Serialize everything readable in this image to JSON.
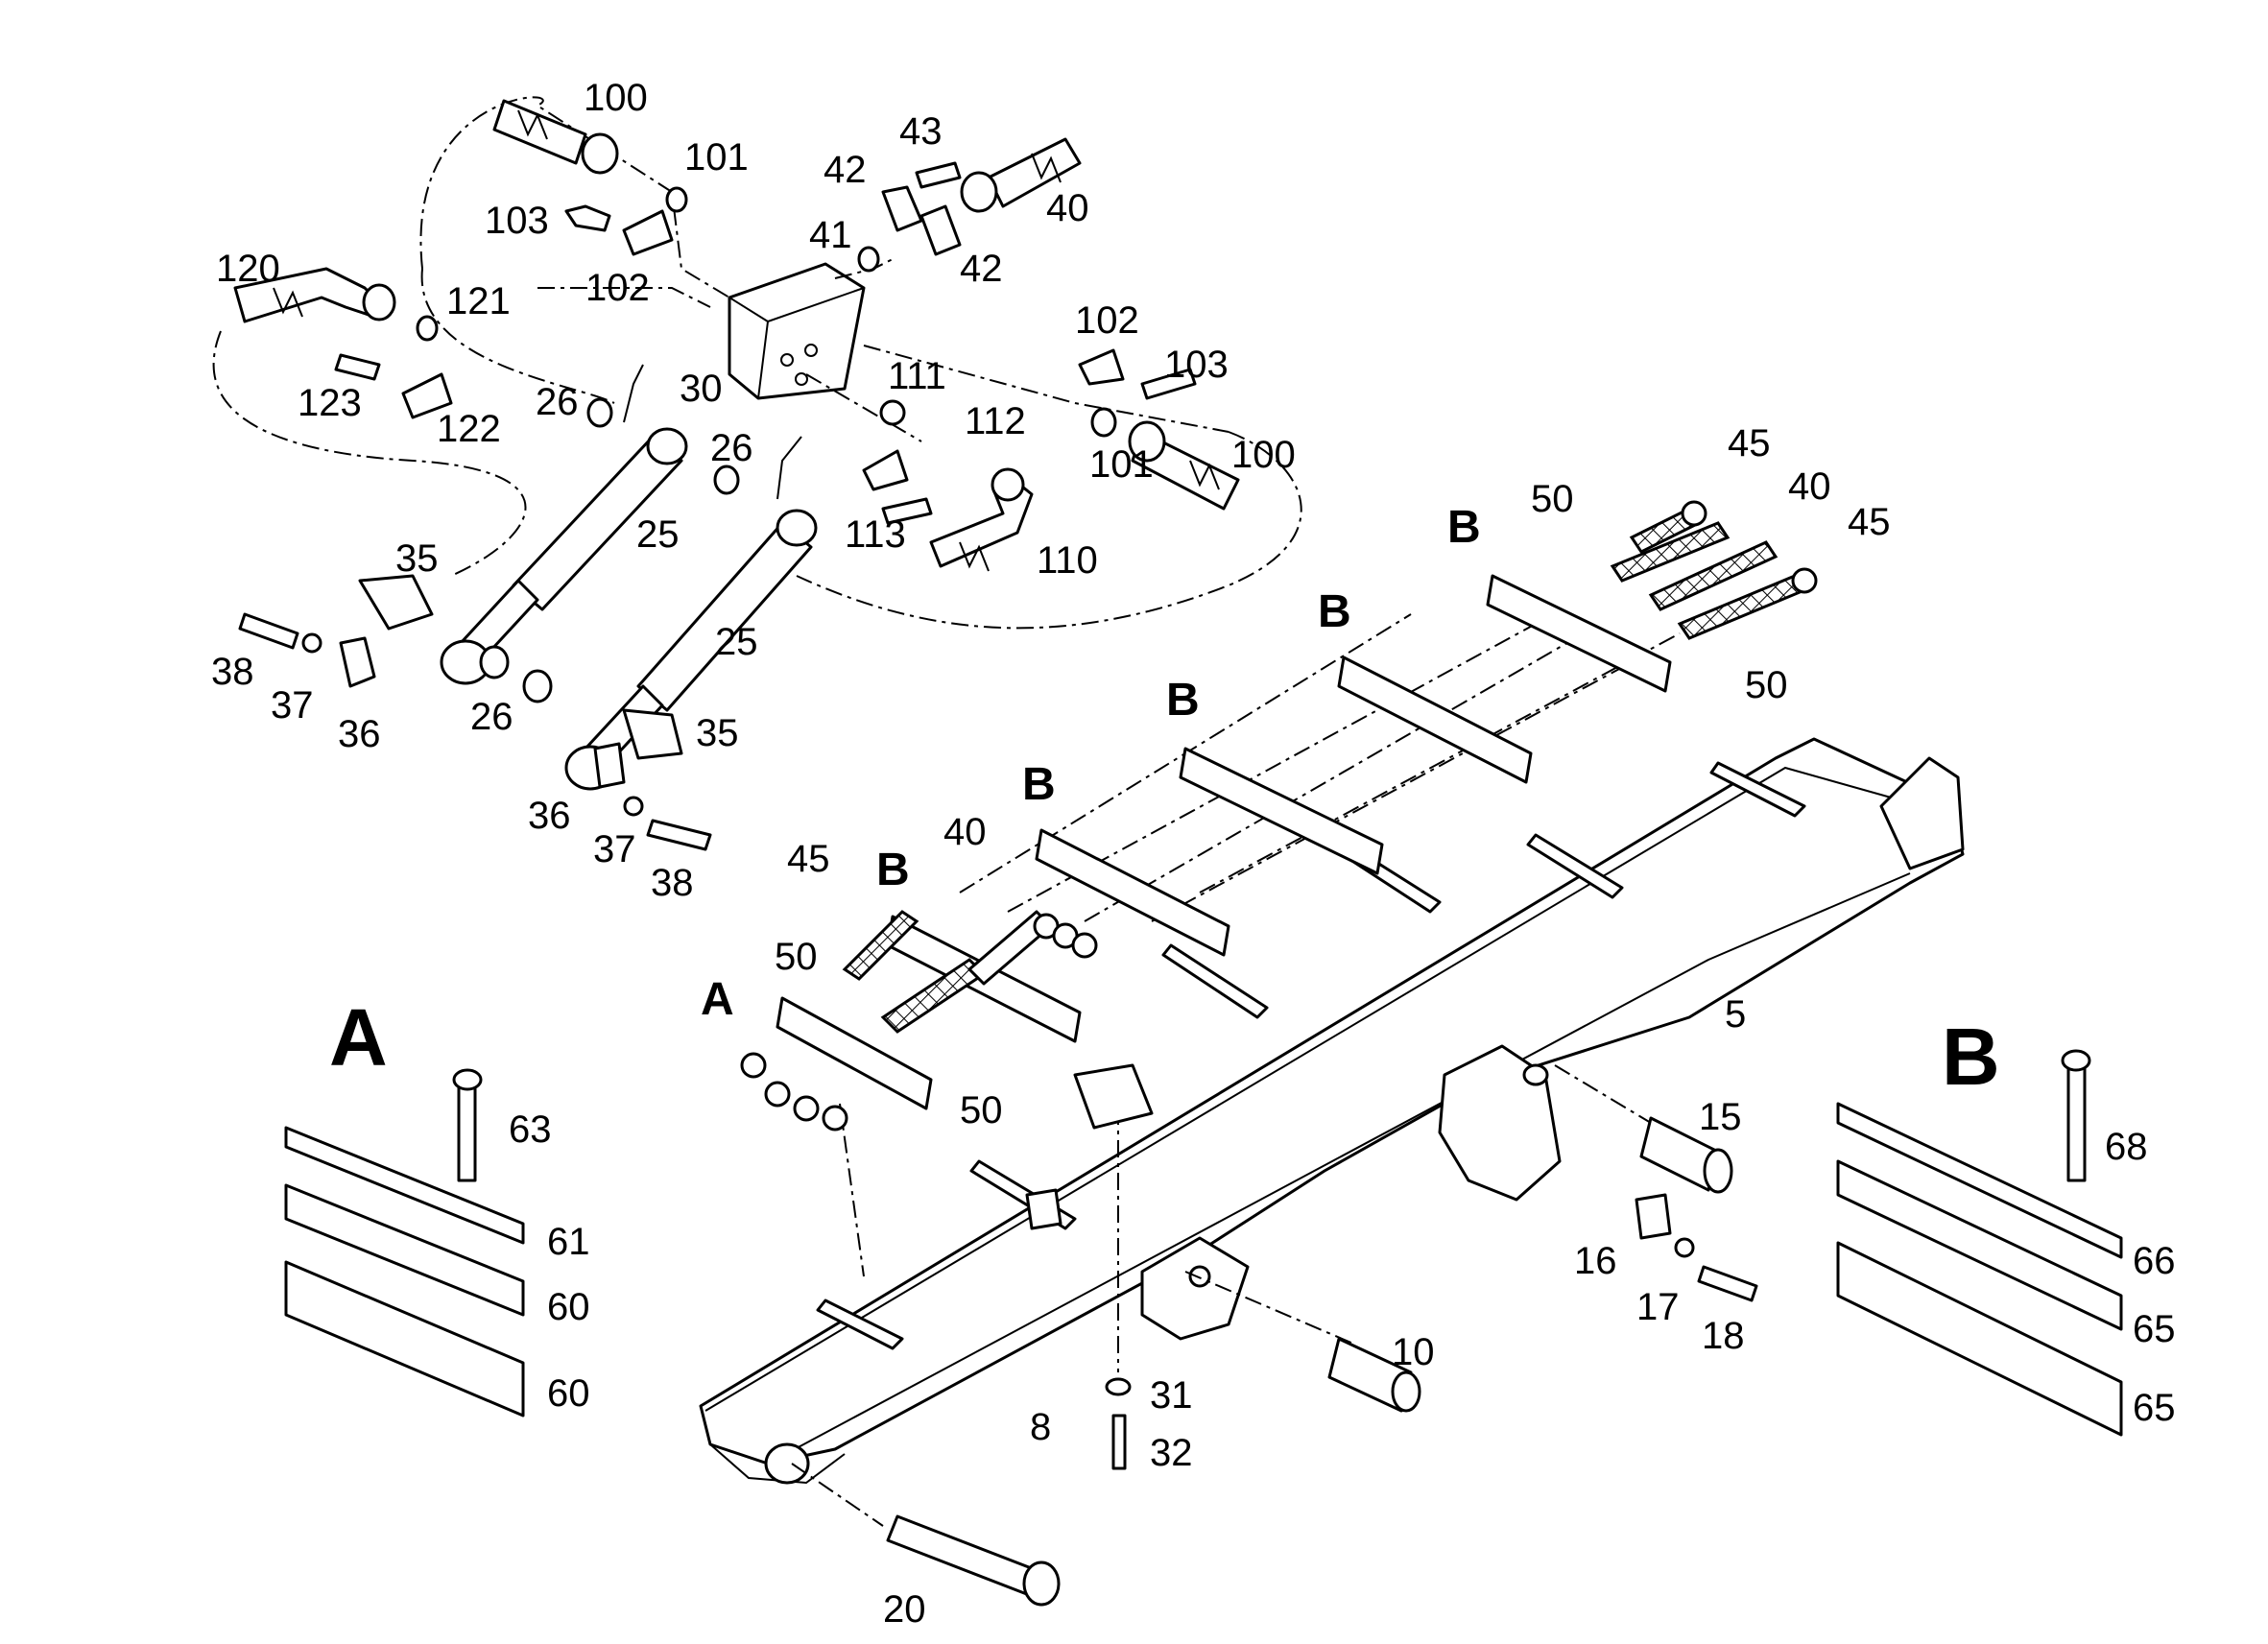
{
  "callouts": {
    "c100a": "100",
    "c101a": "101",
    "c103a": "103",
    "c102a": "102",
    "c120": "120",
    "c121": "121",
    "c123": "123",
    "c122": "122",
    "c26a": "26",
    "c30": "30",
    "c43": "43",
    "c42a": "42",
    "c41": "41",
    "c40a": "40",
    "c42b": "42",
    "c102b": "102",
    "c103b": "103",
    "c111": "111",
    "c112": "112",
    "c26b": "26",
    "c101b": "101",
    "c100b": "100",
    "c25a": "25",
    "c113": "113",
    "c110": "110",
    "c35a": "35",
    "c25b": "25",
    "c38a": "38",
    "c37a": "37",
    "c36a": "36",
    "c26c": "26",
    "c35b": "35",
    "c36b": "36",
    "c37b": "37",
    "c38b": "38",
    "c50a": "50",
    "c45a": "45",
    "c40b": "40",
    "c45b": "45",
    "c50b": "50",
    "c45c": "45",
    "c40c": "40",
    "c50c": "50",
    "c50d": "50",
    "c5": "5",
    "c63": "63",
    "c61": "61",
    "c60a": "60",
    "c60b": "60",
    "c15": "15",
    "c16": "16",
    "c17": "17",
    "c18": "18",
    "c10": "10",
    "c8": "8",
    "c31": "31",
    "c32": "32",
    "c20": "20",
    "c68": "68",
    "c66": "66",
    "c65a": "65",
    "c65b": "65"
  },
  "section_letters": {
    "b1": "B",
    "b2": "B",
    "b3": "B",
    "b4": "B",
    "b5": "B",
    "a_small": "A",
    "a_large": "A",
    "b_large": "B"
  }
}
